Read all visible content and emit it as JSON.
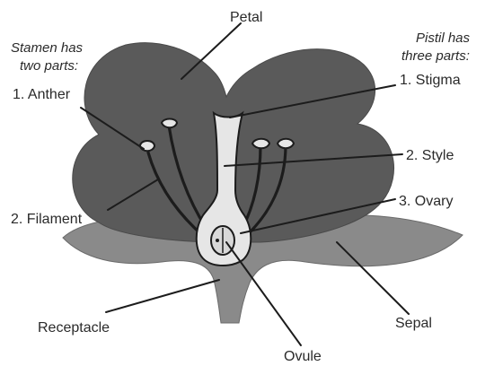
{
  "labels": {
    "petal": "Petal",
    "stamen_note_line1": "Stamen has",
    "stamen_note_line2": "two parts:",
    "pistil_note_line1": "Pistil has",
    "pistil_note_line2": "three parts:",
    "anther": "1. Anther",
    "filament": "2. Filament",
    "stigma": "1. Stigma",
    "style": "2. Style",
    "ovary": "3. Ovary",
    "receptacle": "Receptacle",
    "ovule": "Ovule",
    "sepal": "Sepal"
  },
  "colors": {
    "petal_fill": "#5a5a5a",
    "sepal_fill": "#8a8a8a",
    "pistil_fill": "#e6e6e6",
    "line": "#1c1c1c",
    "text": "#2a2a2a"
  }
}
